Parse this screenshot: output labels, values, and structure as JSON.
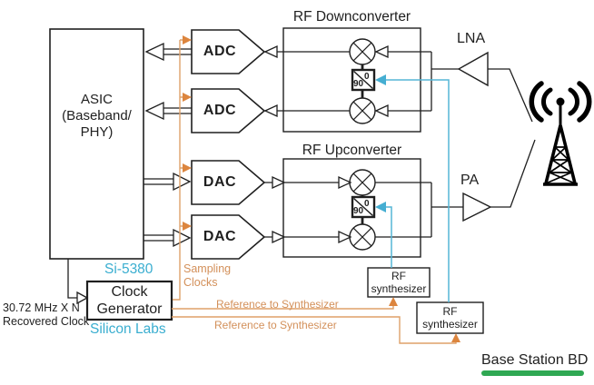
{
  "colors": {
    "line_black": "#1f1f1f",
    "orange_line": "#DFA169",
    "orange_arrow": "#DC853E",
    "orange_text": "#D3905A",
    "teal_text": "#3AAED0",
    "blue_line": "#55B6D6",
    "green_bar": "#2FA853"
  },
  "asic": {
    "line1": "ASIC",
    "line2": "(Baseband/",
    "line3": "PHY)"
  },
  "data_blocks": {
    "adc1": "ADC",
    "adc2": "ADC",
    "dac1": "DAC",
    "dac2": "DAC"
  },
  "converters": {
    "down": {
      "title": "RF Downconverter",
      "phase_top": "0",
      "phase_bottom": "90"
    },
    "up": {
      "title": "RF Upconverter",
      "phase_top": "0",
      "phase_bottom": "90"
    }
  },
  "amplifiers": {
    "lna": "LNA",
    "pa": "PA"
  },
  "clock": {
    "chip": "Si-5380",
    "box_line1": "Clock",
    "box_line2": "Generator",
    "vendor": "Silicon Labs",
    "input_line1": "30.72 MHz X N",
    "input_line2": "Recovered Clock",
    "sampling_line1": "Sampling",
    "sampling_line2": "Clocks",
    "reference1": "Reference to Synthesizer",
    "reference2": "Reference to Synthesizer"
  },
  "synthesizers": {
    "synth1_line1": "RF",
    "synth1_line2": "synthesizer",
    "synth2_line1": "RF",
    "synth2_line2": "synthesizer"
  },
  "caption": "Base Station BD"
}
